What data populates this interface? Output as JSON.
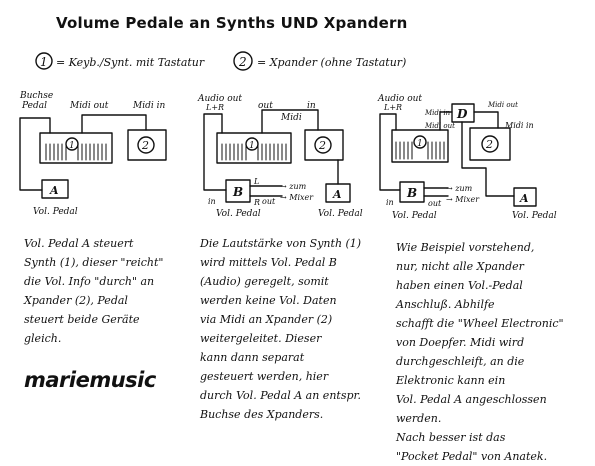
{
  "title": "Volume Pedale an Synths UND Xpandern",
  "legend": {
    "item1_num": "1",
    "item1_text": "= Keyb./Synt. mit Tastatur",
    "item2_num": "2",
    "item2_text": "= Xpander (ohne Tastatur)"
  },
  "diagrams": {
    "left": {
      "label_buchse": "Buchse",
      "label_pedal": "Pedal",
      "label_midi_out": "Midi out",
      "label_midi_in": "Midi in",
      "synth_num": "1",
      "xpander_num": "2",
      "pedal_letter": "A",
      "pedal_caption": "Vol. Pedal"
    },
    "middle": {
      "label_audio_out": "Audio out",
      "label_lr": "L+R",
      "label_out": "out",
      "label_in": "in",
      "label_midi": "Midi",
      "synth_num": "1",
      "xpander_num": "2",
      "pedal_b": "B",
      "label_L": "L",
      "label_R": "R",
      "label_in_b": "in",
      "label_out_b": "out",
      "label_zum": "→ zum",
      "label_mixer": "→ Mixer",
      "pedal_a": "A",
      "caption_b": "Vol. Pedal",
      "caption_a": "Vol. Pedal"
    },
    "right": {
      "label_audio_out": "Audio out",
      "label_lr": "L+R",
      "label_midi_in_top": "Midi in",
      "label_midi_out_top": "Midi out",
      "d_letter": "D",
      "label_midi_out_d": "Midi out",
      "label_midi_in_2": "Midi in",
      "synth_num": "1",
      "xpander_num": "2",
      "pedal_b": "B",
      "label_in_b": "in",
      "label_out_b": "out",
      "label_zum": "→ zum",
      "label_mixer": "→ Mixer",
      "pedal_a": "A",
      "caption_b": "Vol. Pedal",
      "caption_a": "Vol. Pedal"
    }
  },
  "text_left": [
    "Vol. Pedal A steuert",
    "Synth (1), dieser \"reicht\"",
    "die Vol. Info \"durch\" an",
    "Xpander (2), Pedal",
    "steuert beide Geräte",
    "gleich."
  ],
  "text_middle": [
    "Die Lautstärke von Synth (1)",
    "wird mittels Vol. Pedal B",
    "(Audio) geregelt, somit",
    "werden keine Vol. Daten",
    "via Midi an Xpander (2)",
    "weitergeleitet. Dieser",
    "kann dann separat",
    "gesteuert werden, hier",
    "durch Vol. Pedal A an entspr.",
    "Buchse des Xpanders."
  ],
  "text_right": [
    "Wie Beispiel vorstehend,",
    "nur, nicht alle Xpander",
    "haben einen Vol.-Pedal",
    "Anschluß. Abhilfe",
    "schafft die \"Wheel Electronic\"",
    "von Doepfer. Midi wird",
    "durchgeschleift, an die",
    "Elektronic kann ein",
    "Vol. Pedal A angeschlossen",
    "werden.",
    "Nach besser ist das",
    "\"Pocket Pedal\" von Anatek."
  ],
  "logo": "mariemusic"
}
